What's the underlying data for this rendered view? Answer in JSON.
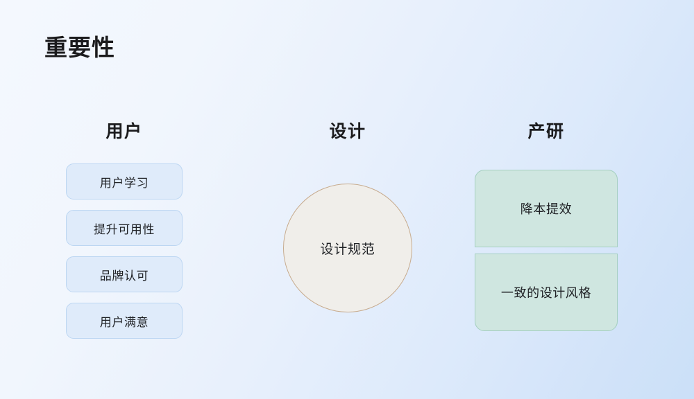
{
  "slide": {
    "title": "重要性",
    "background": {
      "from": "#f4f8fe",
      "to": "#cbe0f8"
    }
  },
  "columns": [
    {
      "key": "users",
      "heading": "用户",
      "accent": "#dfebfa",
      "border": "#bcd6f2",
      "cards": [
        {
          "label": "用户学习"
        },
        {
          "label": "提升可用性"
        },
        {
          "label": "品牌认可"
        },
        {
          "label": "用户满意"
        }
      ]
    },
    {
      "key": "design",
      "heading": "设计",
      "accent": "#f0eeea",
      "border": "#c7ab8e",
      "cards": [
        {
          "label": "设计规范"
        }
      ]
    },
    {
      "key": "rd",
      "heading": "产研",
      "accent": "#cfe6e0",
      "border": "#a4cfbf",
      "cards": [
        {
          "label": "降本提效"
        },
        {
          "label": "一致的设计风格"
        }
      ]
    }
  ]
}
